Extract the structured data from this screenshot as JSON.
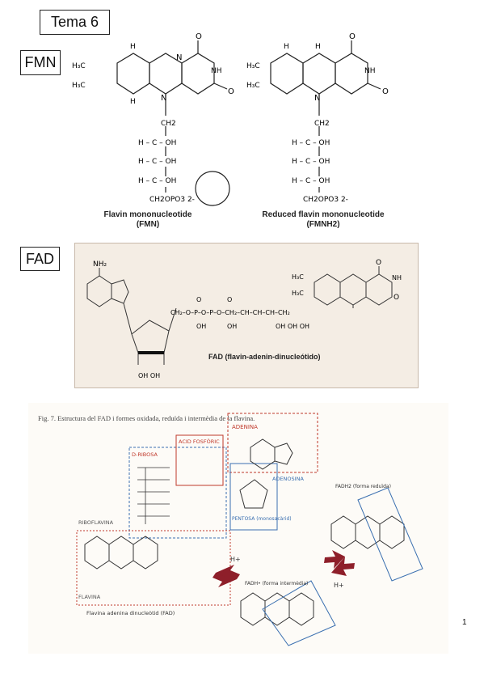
{
  "header": {
    "tema_label": "Tema  6"
  },
  "fmn_section": {
    "tag": "FMN",
    "oxidized": {
      "caption_line1": "Flavin mononucleotide",
      "caption_line2": "(FMN)",
      "chain": [
        "CH2",
        "H – C – OH",
        "H – C – OH",
        "H – C – OH",
        "CH2OPO3 2-"
      ]
    },
    "reduced": {
      "caption_line1": "Reduced flavin mononucleotide",
      "caption_line2": "(FMNH2)",
      "chain": [
        "CH2",
        "H – C – OH",
        "H – C – OH",
        "H – C – OH",
        "CH2OPO3 2-"
      ]
    }
  },
  "fad_section": {
    "tag": "FAD",
    "caption": "FAD (flavin-adenin-dinucleótido)"
  },
  "figure7": {
    "caption": "Fig. 7. Estructura del FAD i formes oxidada, reduïda i intermèdia de la flavina.",
    "labels": {
      "adenina": "ADENINA",
      "acid_fosforic": "ACID FOSFÒRIC",
      "d_ribosa": "D-RIBOSA",
      "adenosina": "ADENOSINA",
      "riboflavina": "RIBOFLAVINA",
      "pentosa": "PENTOSA (monosacàrid)",
      "flavina": "FLAVINA",
      "fad_full": "Flavina adenina dinucleòtid (FAD)",
      "fadh_intermediate": "FADH• (forma intermèdia)",
      "fadh2_reduced": "FADH2 (forma reduïda)",
      "h_plus_left": "H+",
      "h_plus_right": "H+"
    }
  },
  "page_number": "1"
}
